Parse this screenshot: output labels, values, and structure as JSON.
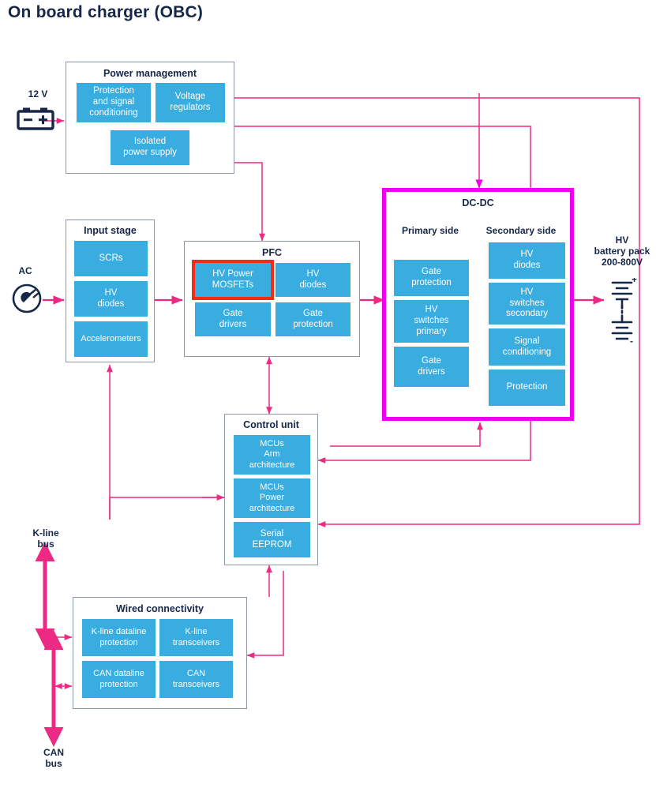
{
  "page": {
    "title": "On board charger (OBC)",
    "colors": {
      "block_blue": "#39ade0",
      "wire_pink": "#ec2a83",
      "highlight_magenta": "#ee00ee",
      "highlight_red": "#f42b15",
      "text_dark": "#16274a",
      "group_border": "#8d97a8"
    }
  },
  "diagram": {
    "type": "block-diagram",
    "groups": [
      {
        "id": "power-management",
        "title": "Power management",
        "blocks": [
          "Protection\nand signal\nconditioning",
          "Voltage\nregulators",
          "Isolated\npower supply"
        ]
      },
      {
        "id": "input-stage",
        "title": "Input stage",
        "blocks": [
          "SCRs",
          "HV\ndiodes",
          "Accelerometers"
        ]
      },
      {
        "id": "pfc",
        "title": "PFC",
        "blocks": [
          "HV Power\nMOSFETs",
          "HV\ndiodes",
          "Gate\ndrivers",
          "Gate\nprotection"
        ],
        "highlighted_block": "HV Power\nMOSFETs"
      },
      {
        "id": "dc-dc",
        "title": "DC-DC",
        "highlighted": true,
        "subsections": [
          {
            "label": "Primary side",
            "blocks": [
              "Gate\nprotection",
              "HV\nswitches\nprimary",
              "Gate\ndrivers"
            ]
          },
          {
            "label": "Secondary side",
            "blocks": [
              "HV\ndiodes",
              "HV\nswitches\nsecondary",
              "Signal\nconditioning",
              "Protection"
            ]
          }
        ]
      },
      {
        "id": "control-unit",
        "title": "Control unit",
        "blocks": [
          "MCUs\nArm\narchitecture",
          "MCUs\nPower\narchitecture",
          "Serial\nEEPROM"
        ]
      },
      {
        "id": "wired-connectivity",
        "title": "Wired connectivity",
        "blocks": [
          "K-line dataline\nprotection",
          "K-line\ntransceivers",
          "CAN dataline\nprotection",
          "CAN\ntransceivers"
        ]
      }
    ],
    "external_labels": [
      {
        "id": "dc-input",
        "text": "12 V",
        "icon": "battery-12v-icon"
      },
      {
        "id": "ac-input",
        "text": "AC",
        "icon": "ac-plug-icon"
      },
      {
        "id": "hv-battery",
        "text": "HV\nbattery pack\n200-800V",
        "icon": "hv-battery-stack-icon"
      },
      {
        "id": "k-line-bus",
        "text": "K-line\nbus",
        "icon": "double-arrow-icon"
      },
      {
        "id": "can-bus",
        "text": "CAN\nbus",
        "icon": "double-arrow-icon"
      }
    ]
  }
}
